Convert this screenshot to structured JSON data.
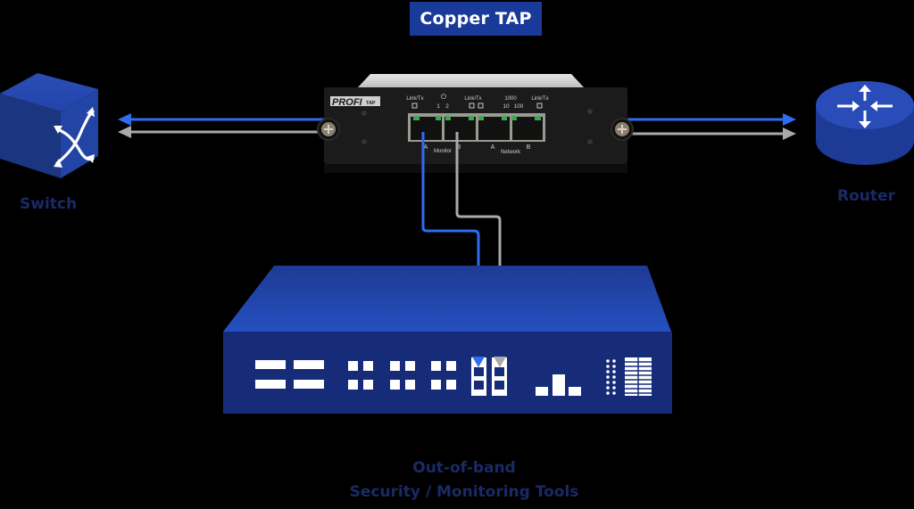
{
  "title": "Copper TAP",
  "devices": {
    "switch": {
      "label": "Switch",
      "icon": "switch-cross-arrows-icon"
    },
    "router": {
      "label": "Router",
      "icon": "router-four-arrows-icon"
    },
    "tool": {
      "line1": "Out-of-band",
      "line2": "Security / Monitoring Tools"
    }
  },
  "tap": {
    "brand_main": "PROFI",
    "brand_sub": "TAP",
    "led_labels": [
      "Link/Tx",
      "Link/Tx",
      "1000",
      "Link/Tx"
    ],
    "port_numbers": [
      "1",
      "2",
      "10",
      "100"
    ],
    "power_symbol": "⏻",
    "port_letters": [
      "A",
      "B",
      "A",
      "B"
    ],
    "group_labels": [
      "Monitor",
      "Network"
    ]
  },
  "colors": {
    "accent_blue": "#2f6cf0",
    "gray_line": "#a9a9a9",
    "device_blue": "#1f3f9f",
    "device_blue_dark": "#162e7a",
    "label_navy": "#1a2a66"
  }
}
